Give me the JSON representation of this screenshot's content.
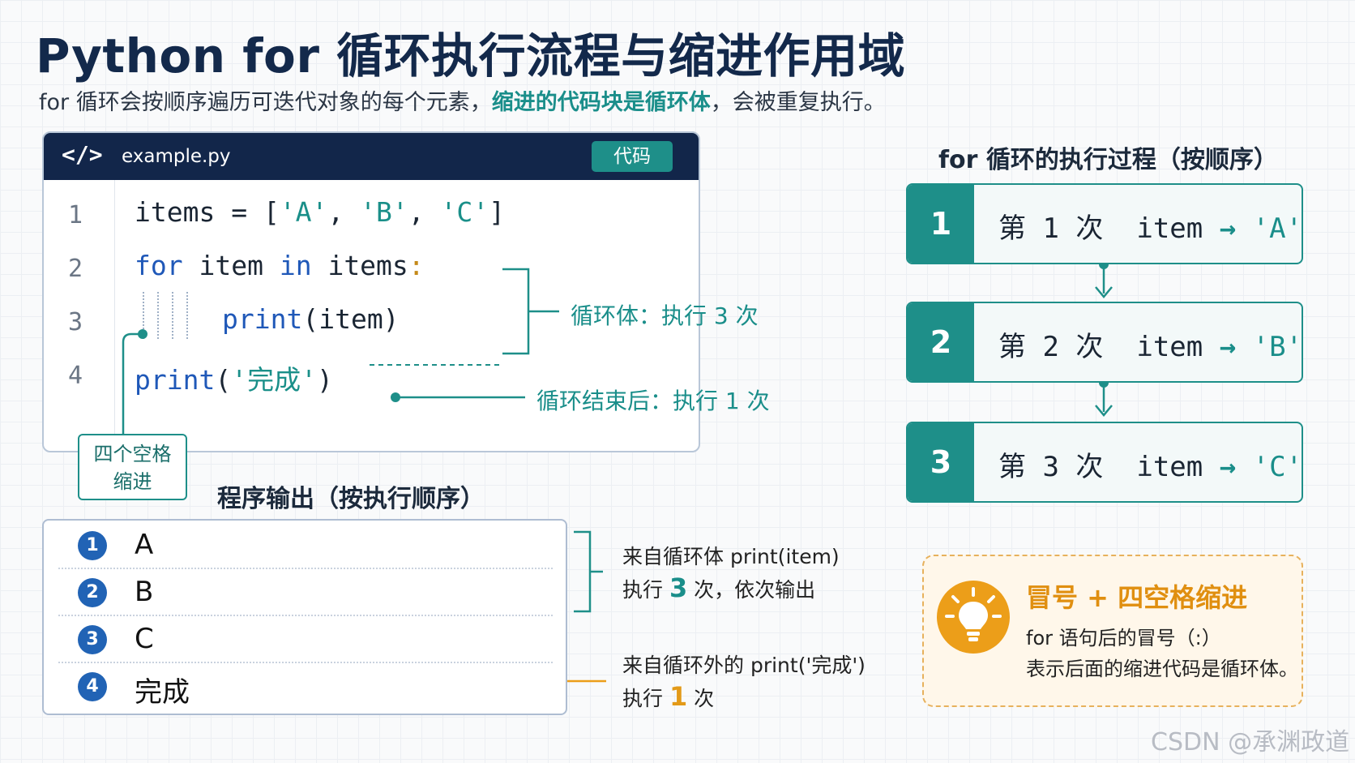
{
  "title": "Python for 循环执行流程与缩进作用域",
  "subtitle": {
    "part1": "for 循环会按顺序遍历可迭代对象的每个元素，",
    "highlight": "缩进的代码块是循环体",
    "part2": "，会被重复执行。"
  },
  "code_card": {
    "icon": "</>",
    "filename": "example.py",
    "badge": "代码",
    "line_numbers": [
      "1",
      "2",
      "3",
      "4"
    ],
    "lines": {
      "l1_pre": "items = [",
      "l1_a": "'A'",
      "l1_c1": ", ",
      "l1_b": "'B'",
      "l1_c2": ", ",
      "l1_c": "'C'",
      "l1_post": "]",
      "l2_for": "for",
      "l2_item": " item ",
      "l2_in": "in",
      "l2_items": " items",
      "l2_colon": ":",
      "l3_print": "print",
      "l3_rest": "(item)",
      "l4_print": "print",
      "l4_open": "(",
      "l4_str": "'完成'",
      "l4_close": ")"
    }
  },
  "annotations": {
    "loop_body": "循环体：执行 3 次",
    "after_loop": "循环结束后：执行 1 次",
    "indent_note_line1": "四个空格",
    "indent_note_line2": "缩进"
  },
  "output": {
    "title": "程序输出（按执行顺序）",
    "rows": [
      {
        "num": "1",
        "value": "A"
      },
      {
        "num": "2",
        "value": "B"
      },
      {
        "num": "3",
        "value": "C"
      },
      {
        "num": "4",
        "value": "完成"
      }
    ],
    "note1_line1": "来自循环体 print(item)",
    "note1_pre": "执行 ",
    "note1_num": "3",
    "note1_post": " 次，依次输出",
    "note2_line1": "来自循环外的 print('完成')",
    "note2_pre": "执行 ",
    "note2_num": "1",
    "note2_post": " 次"
  },
  "flow": {
    "title": "for 循环的执行过程（按顺序）",
    "steps": [
      {
        "idx": "1",
        "label": "第 1 次  item ",
        "arrow": "→",
        "value": " 'A'"
      },
      {
        "idx": "2",
        "label": "第 2 次  item ",
        "arrow": "→",
        "value": " 'B'"
      },
      {
        "idx": "3",
        "label": "第 3 次  item ",
        "arrow": "→",
        "value": " 'C'"
      }
    ]
  },
  "tip": {
    "icon": "lightbulb-icon",
    "title": "冒号 + 四空格缩进",
    "line1": "for 语句后的冒号（:）",
    "line2": "表示后面的缩进代码是循环体。"
  },
  "watermark": "CSDN @承渊政道",
  "colors": {
    "navy": "#12264a",
    "teal": "#1e8f89",
    "blue": "#2163b5",
    "orange": "#ec9e19"
  }
}
